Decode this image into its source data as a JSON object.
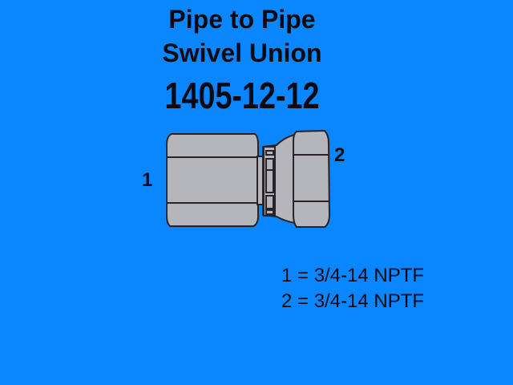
{
  "title": {
    "line1": "Pipe to Pipe",
    "line2": "Swivel Union",
    "part_number": "1405-12-12"
  },
  "diagram": {
    "subject": "swivel-union-fitting",
    "port_labels": [
      "1",
      "2"
    ]
  },
  "specs": [
    "1 = 3/4-14 NPTF",
    "2 = 3/4-14 NPTF"
  ],
  "colors": {
    "background": "#0a86ff",
    "fitting": "#b4b6bb",
    "outline": "#2a2226",
    "text": "#0a0a12"
  }
}
